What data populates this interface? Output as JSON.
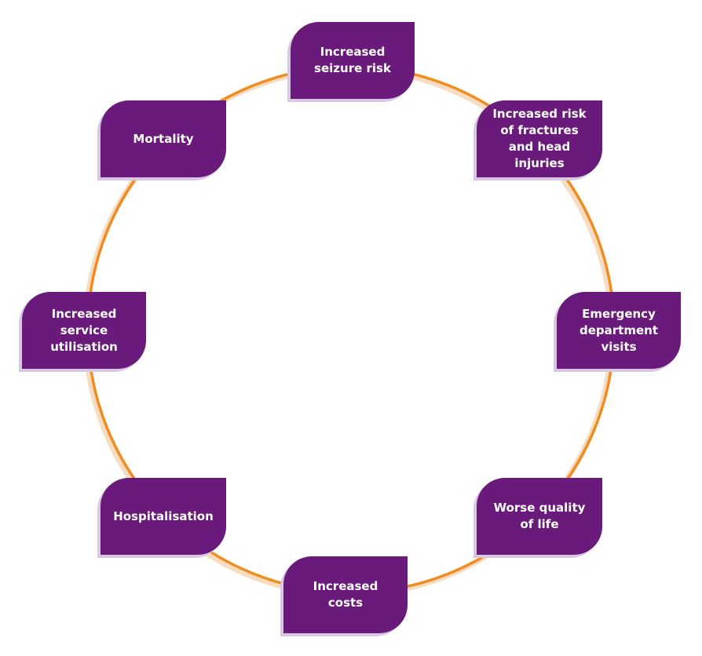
{
  "colors": {
    "node_fill": "#6a1a7a",
    "node_shadow": "#d8c8e4",
    "ring": "#ef8c22",
    "ring_shadow": "#f7dcc0",
    "text": "#ffffff"
  },
  "nodes": [
    {
      "id": "seizure-risk",
      "label": "Increased\nseizure risk"
    },
    {
      "id": "fractures",
      "label": "Increased risk\nof fractures\nand head\ninjuries"
    },
    {
      "id": "emergency",
      "label": "Emergency\ndepartment\nvisits"
    },
    {
      "id": "quality-of-life",
      "label": "Worse quality\nof life"
    },
    {
      "id": "costs",
      "label": "Increased\ncosts"
    },
    {
      "id": "hospitalisation",
      "label": "Hospitalisation"
    },
    {
      "id": "service-utilisation",
      "label": "Increased\nservice\nutilisation"
    },
    {
      "id": "mortality",
      "label": "Mortality"
    }
  ]
}
